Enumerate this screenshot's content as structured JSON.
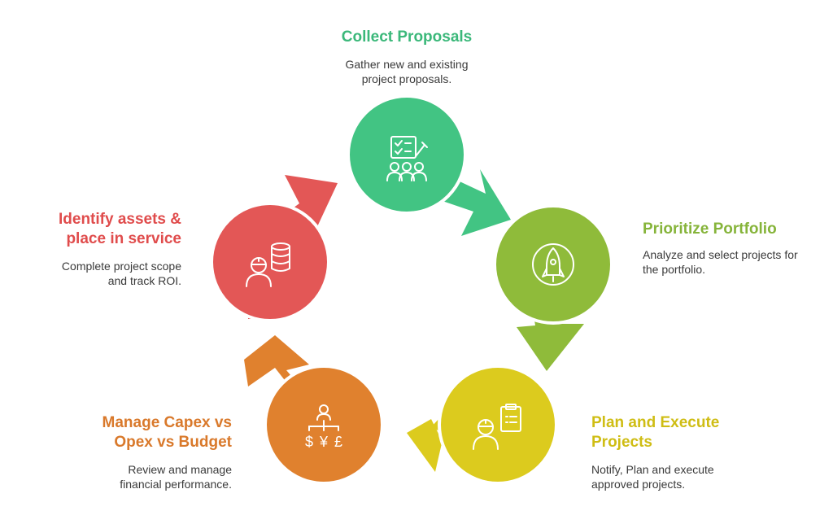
{
  "colors": {
    "green": "#42c483",
    "lime": "#8fbb3a",
    "yellow": "#dccb1e",
    "orange": "#e0812e",
    "red": "#e35756",
    "title_green": "#3bb87a",
    "title_lime": "#86b43a",
    "title_yellow": "#cfbd14",
    "title_orange": "#d9792b",
    "title_red": "#e04c4c"
  },
  "stages": [
    {
      "title": "Collect Proposals",
      "description": "Gather new and existing project proposals.",
      "icon": "checklist-team-icon",
      "color": "green"
    },
    {
      "title": "Prioritize Portfolio",
      "description": "Analyze and select projects for the portfolio.",
      "icon": "rocket-icon",
      "color": "lime"
    },
    {
      "title": "Plan and Execute Projects",
      "description": "Notify, Plan and execute approved projects.",
      "icon": "worker-clipboard-icon",
      "color": "yellow"
    },
    {
      "title": "Manage Capex vs Opex vs Budget",
      "description": "Review and manage financial performance.",
      "icon": "currency-hierarchy-icon",
      "color": "orange"
    },
    {
      "title": "Identify assets & place in service",
      "description": "Complete project scope and track ROI.",
      "icon": "worker-database-icon",
      "color": "red"
    }
  ],
  "currency_symbols": [
    "$",
    "¥",
    "£"
  ]
}
